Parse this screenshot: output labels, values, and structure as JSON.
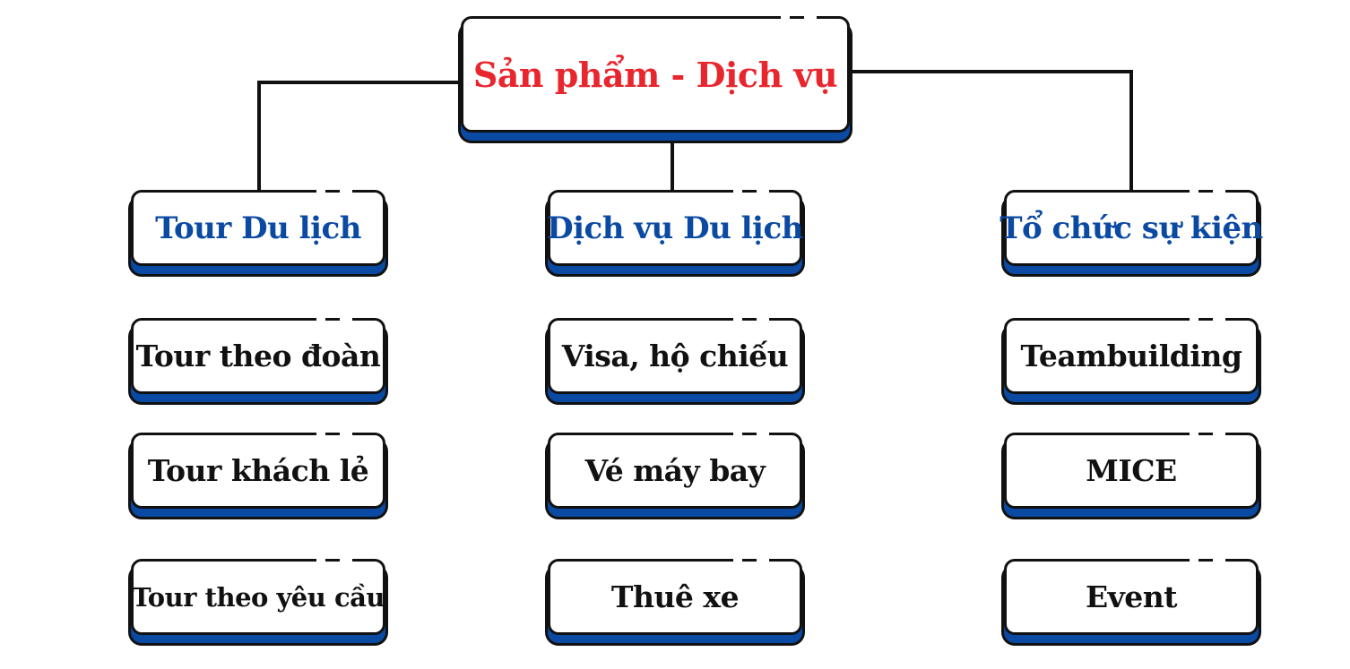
{
  "root": {
    "label": "Sản phẩm - Dịch vụ"
  },
  "categories": [
    {
      "label": "Tour Du lịch",
      "items": [
        "Tour theo đoàn",
        "Tour khách lẻ",
        "Tour theo yêu cầu"
      ]
    },
    {
      "label": "Dịch vụ Du lịch",
      "items": [
        "Visa, hộ chiếu",
        "Vé máy bay",
        "Thuê xe"
      ]
    },
    {
      "label": "Tổ chức sự kiện",
      "items": [
        "Teambuilding",
        "MICE",
        "Event"
      ]
    }
  ],
  "colors": {
    "root_text": "#e8262e",
    "category_text": "#0b4aa2",
    "item_text": "#111111",
    "shadow_accent": "#0b4aa2",
    "border": "#111111"
  }
}
